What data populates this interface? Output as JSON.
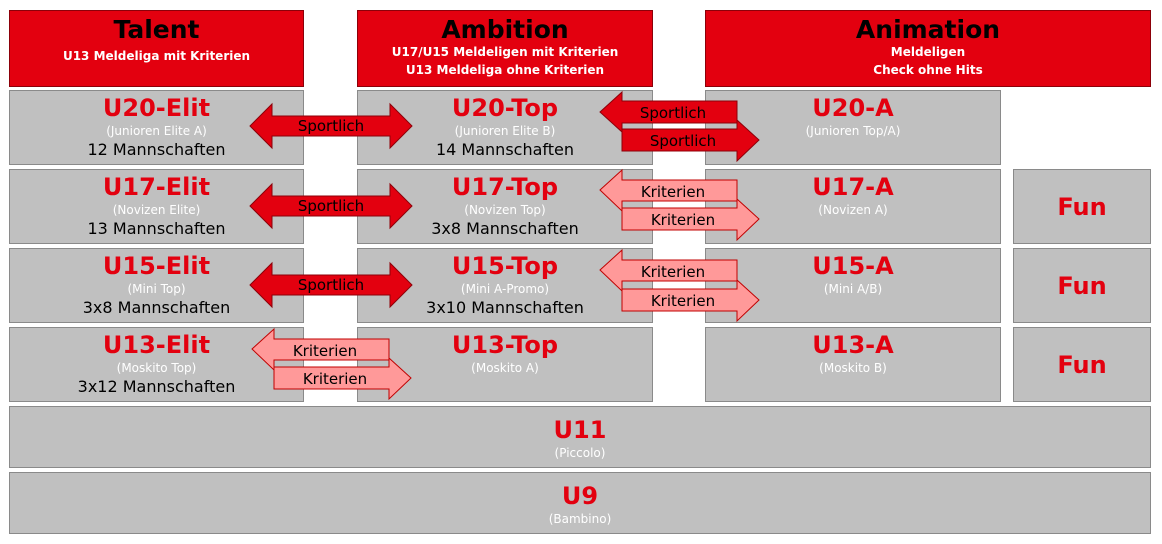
{
  "headers": [
    {
      "title": "Talent",
      "sub": [
        "U13 Meldeliga mit Kriterien"
      ]
    },
    {
      "title": "Ambition",
      "sub": [
        "U17/U15 Meldeligen mit Kriterien",
        "U13 Meldeliga ohne Kriterien"
      ]
    },
    {
      "title": "Animation",
      "sub": [
        "Meldeligen",
        "Check ohne Hits"
      ]
    }
  ],
  "rows": [
    {
      "talent": {
        "name": "U20-Elit",
        "sub": "(Junioren Elite A)",
        "count": "12 Mannschaften"
      },
      "ambition": {
        "name": "U20-Top",
        "sub": "(Junioren Elite B)",
        "count": "14 Mannschaften"
      },
      "animation": {
        "name": "U20-A",
        "sub": "(Junioren Top/A)"
      }
    },
    {
      "talent": {
        "name": "U17-Elit",
        "sub": "(Novizen Elite)",
        "count": "13 Mannschaften"
      },
      "ambition": {
        "name": "U17-Top",
        "sub": "(Novizen Top)",
        "count": "3x8 Mannschaften"
      },
      "animation": {
        "name": "U17-A",
        "sub": "(Novizen A)"
      },
      "fun": "Fun"
    },
    {
      "talent": {
        "name": "U15-Elit",
        "sub": "(Mini Top)",
        "count": "3x8 Mannschaften"
      },
      "ambition": {
        "name": "U15-Top",
        "sub": "(Mini A-Promo)",
        "count": "3x10 Mannschaften"
      },
      "animation": {
        "name": "U15-A",
        "sub": "(Mini A/B)"
      },
      "fun": "Fun"
    },
    {
      "talent": {
        "name": "U13-Elit",
        "sub": "(Moskito Top)",
        "count": "3x12 Mannschaften"
      },
      "ambition": {
        "name": "U13-Top",
        "sub": "(Moskito A)"
      },
      "animation": {
        "name": "U13-A",
        "sub": "(Moskito B)"
      },
      "fun": "Fun"
    }
  ],
  "bottom": [
    {
      "name": "U11",
      "sub": "(Piccolo)"
    },
    {
      "name": "U9",
      "sub": "(Bambino)"
    }
  ],
  "arrows": {
    "r1_left": "Sportlich",
    "r1_right_top": "Sportlich",
    "r1_right_bottom": "Sportlich",
    "r2_left": "Sportlich",
    "r2_right_top": "Kriterien",
    "r2_right_bottom": "Kriterien",
    "r3_left": "Sportlich",
    "r3_right_top": "Kriterien",
    "r3_right_bottom": "Kriterien",
    "r4_left_top": "Kriterien",
    "r4_left_bottom": "Kriterien"
  },
  "colors": {
    "red": "#e3000f",
    "pink": "#ff9999",
    "grey": "#c0c0c0"
  }
}
